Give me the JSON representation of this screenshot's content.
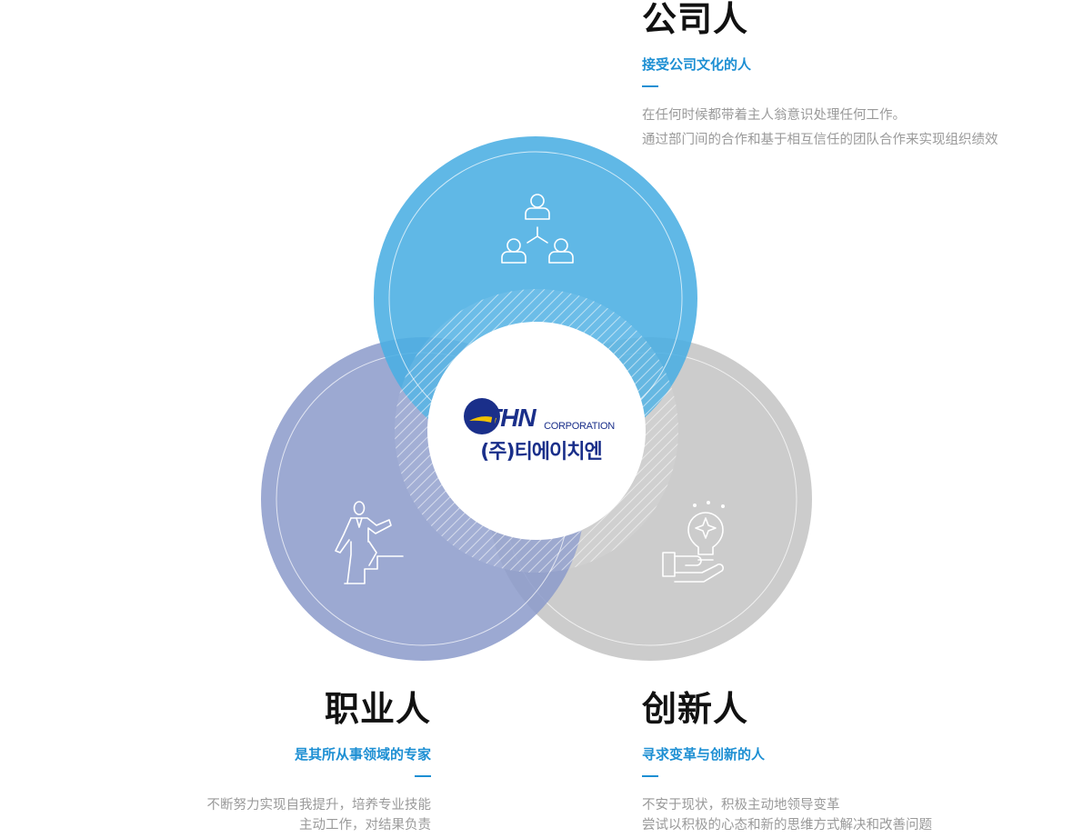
{
  "top": {
    "title": "公司人",
    "subtitle": "接受公司文化的人",
    "lines": [
      "在任何时候都带着主人翁意识处理任何工作。",
      "通过部门间的合作和基于相互信任的团队合作来实现组织绩效"
    ]
  },
  "left": {
    "title": "职业人",
    "subtitle": "是其所从事领域的专家",
    "lines": [
      "不断努力实现自我提升，培养专业技能",
      "主动工作，对结果负责"
    ]
  },
  "right": {
    "title": "创新人",
    "subtitle": "寻求变革与创新的人",
    "lines": [
      "不安于现状，积极主动地领导变革",
      "尝试以积极的心态和新的思维方式解决和改善问题"
    ]
  },
  "logo": {
    "brand": "THN",
    "corp": "CORPORATION",
    "korean": "(주)티에이치엔"
  },
  "colors": {
    "accent": "#1d8fd3",
    "circle_top": "#4aaee2",
    "circle_left": "#8e9dcc",
    "circle_right": "#c4c4c4",
    "logo_navy": "#1a2f8a",
    "logo_yellow": "#f2c200"
  },
  "icons": [
    "people-network-icon",
    "climbing-stairs-person-icon",
    "lightbulb-hand-icon"
  ]
}
